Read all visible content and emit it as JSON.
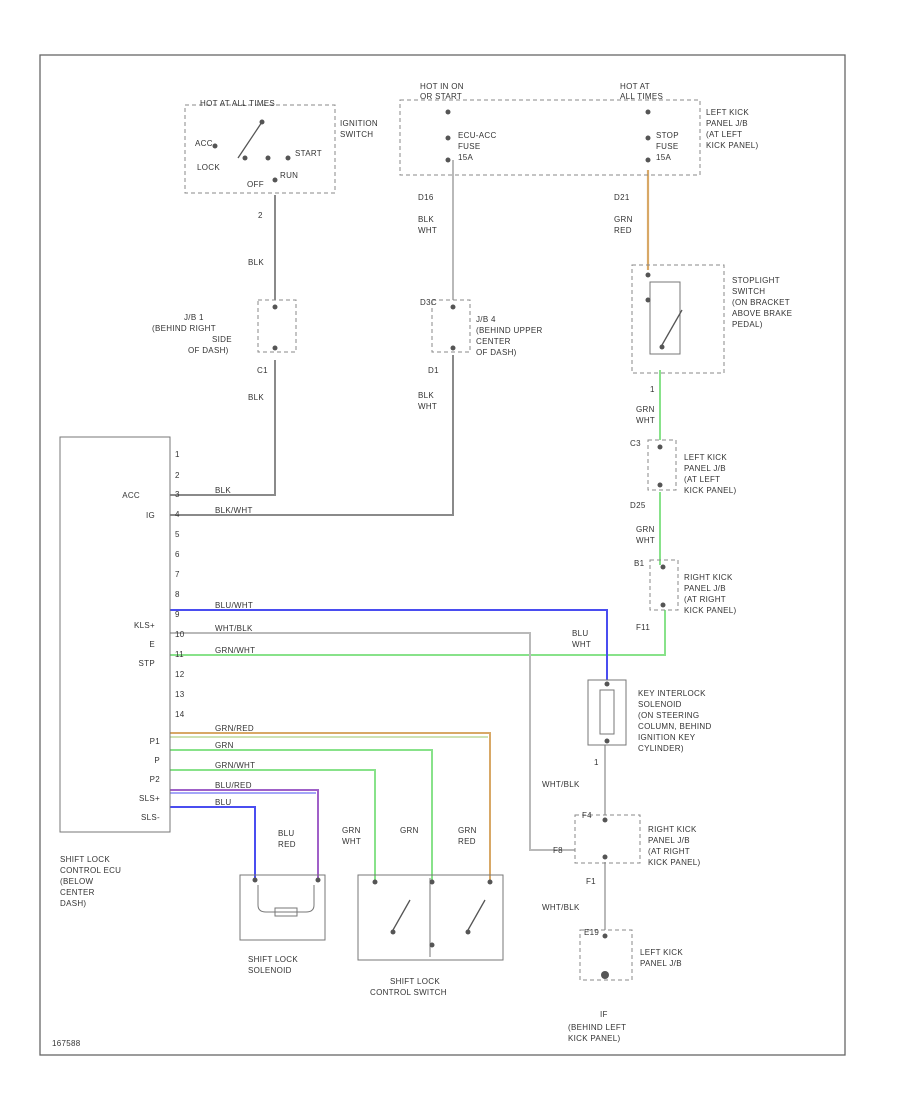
{
  "colors": {
    "wire_gray": "#8a8a8a",
    "wire_blue": "#4a4df0",
    "wire_green": "#88e28a",
    "wire_orange": "#d8a866",
    "wire_purple": "#a060c8",
    "wire_light": "#b9b9b9"
  },
  "ignition": {
    "hot_label": "HOT AT ALL TIMES",
    "switch_label": [
      "IGNITION",
      "SWITCH"
    ],
    "positions": [
      "ACC",
      "LOCK",
      "START",
      "OFF",
      "RUN"
    ],
    "terminal": "2",
    "wire": "BLK"
  },
  "fuses": {
    "hot_run_label": [
      "HOT IN ON",
      "OR START"
    ],
    "hot_all_label": [
      "HOT AT",
      "ALL TIMES"
    ],
    "ecu_fuse": [
      "ECU-ACC",
      "FUSE",
      "15A"
    ],
    "stop_fuse": [
      "STOP",
      "FUSE",
      "15A"
    ],
    "panel_label": [
      "LEFT KICK",
      "PANEL J/B",
      "(AT LEFT",
      "KICK PANEL)"
    ]
  },
  "jb1": {
    "label": [
      "J/B 1",
      "(BEHIND RIGHT",
      "SIDE",
      "OF DASH)"
    ],
    "in": "",
    "out": "C1",
    "wire_out": "BLK"
  },
  "jb4": {
    "label": [
      "J/B 4",
      "(BEHIND UPPER",
      "CENTER",
      "OF DASH)"
    ],
    "in_top": "D16",
    "in": "D3C",
    "out": "D1",
    "wire_in": [
      "BLK",
      "WHT"
    ],
    "wire_out": [
      "BLK",
      "WHT"
    ]
  },
  "stoplight": {
    "label": [
      "STOPLIGHT",
      "SWITCH",
      "(ON BRACKET",
      "ABOVE BRAKE",
      "PEDAL)"
    ],
    "in_terminal": "D21",
    "wire_in": [
      "GRN",
      "RED"
    ],
    "out_terminal": "1",
    "wire_out": [
      "GRN",
      "WHT"
    ]
  },
  "left_kick_jb": {
    "label": [
      "LEFT KICK",
      "PANEL J/B",
      "(AT LEFT",
      "KICK PANEL)"
    ],
    "in": "C3",
    "out": "D25",
    "wire_out": [
      "GRN",
      "WHT"
    ]
  },
  "right_kick_jb_top": {
    "label": [
      "RIGHT KICK",
      "PANEL J/B",
      "(AT RIGHT",
      "KICK PANEL)"
    ],
    "in": "B1",
    "out": "F11",
    "wire_out": [
      "BLU",
      "WHT"
    ]
  },
  "ecu": {
    "label": [
      "SHIFT LOCK",
      "CONTROL ECU",
      "(BELOW",
      "CENTER",
      "DASH)"
    ],
    "pins_left": [
      "ACC",
      "IG",
      "KLS+",
      "E",
      "STP",
      "P1",
      "P",
      "P2",
      "SLS+",
      "SLS-"
    ],
    "pin_numbers": [
      "1",
      "2",
      "3",
      "4",
      "5",
      "6",
      "7",
      "8",
      "9",
      "10",
      "11",
      "12",
      "13",
      "14"
    ],
    "wire_labels": [
      "BLK",
      "BLK/WHT",
      "BLU/WHT",
      "WHT/BLK",
      "GRN/WHT",
      "GRN/RED",
      "GRN",
      "GRN/WHT",
      "BLU/RED",
      "BLU"
    ]
  },
  "key_interlock": {
    "label": [
      "KEY INTERLOCK",
      "SOLENOID",
      "(ON STEERING",
      "COLUMN, BEHIND",
      "IGNITION KEY",
      "CYLINDER)"
    ],
    "out_terminal": "1",
    "wire_out": "WHT/BLK"
  },
  "right_kick_jb_bottom": {
    "label": [
      "RIGHT KICK",
      "PANEL J/B",
      "(AT RIGHT",
      "KICK PANEL)"
    ],
    "in": "F4",
    "in_side": "F8",
    "out": "F1",
    "wire_out": "WHT/BLK"
  },
  "left_kick_jb_bottom": {
    "label": [
      "LEFT KICK",
      "PANEL J/B"
    ],
    "in": "E19"
  },
  "ground": {
    "id": "IF",
    "label": [
      "(BEHIND LEFT",
      "KICK PANEL)"
    ]
  },
  "solenoid": {
    "label": [
      "SHIFT LOCK",
      "SOLENOID"
    ],
    "wires": [
      [
        "BLU",
        "RED"
      ]
    ]
  },
  "control_switch": {
    "label": [
      "SHIFT LOCK",
      "CONTROL SWITCH"
    ],
    "wires": [
      [
        "GRN",
        "WHT"
      ],
      [
        "GRN"
      ],
      [
        "GRN",
        "RED"
      ]
    ]
  },
  "figure_id": "167588"
}
